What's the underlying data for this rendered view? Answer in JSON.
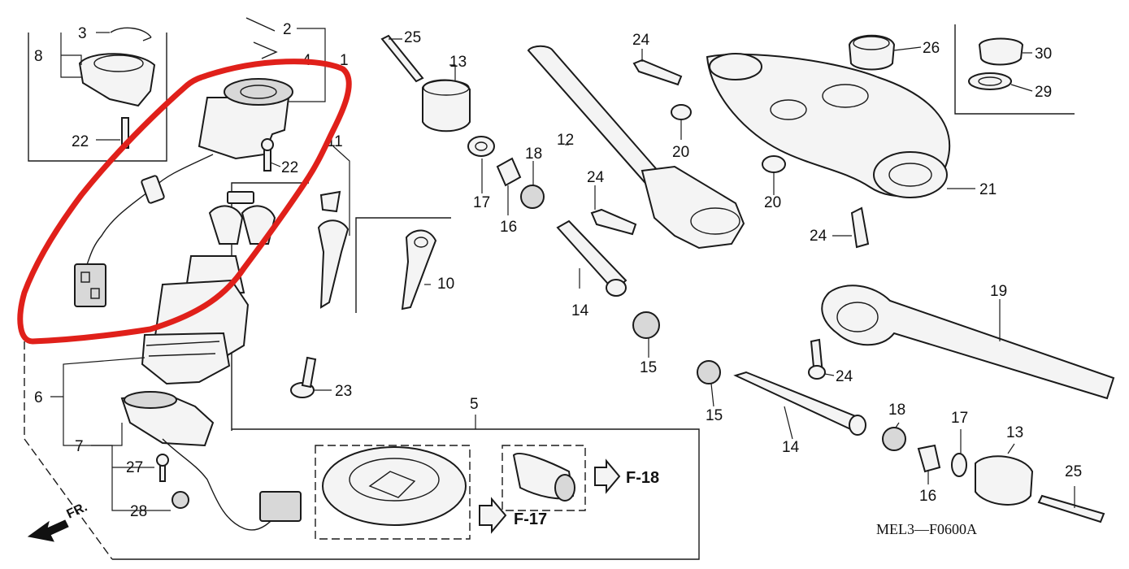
{
  "diagram": {
    "drawing_code": "MEL3—F0600A",
    "direction_label": "FR.",
    "callouts": {
      "c1": "1",
      "c2": "2",
      "c3": "3",
      "c4": "4",
      "c5": "5",
      "c6": "6",
      "c7": "7",
      "c8": "8",
      "c10": "10",
      "c11": "11",
      "c12": "12",
      "c13a": "13",
      "c13b": "13",
      "c14a": "14",
      "c14b": "14",
      "c15a": "15",
      "c15b": "15",
      "c16a": "16",
      "c16b": "16",
      "c17a": "17",
      "c17b": "17",
      "c18a": "18",
      "c18b": "18",
      "c19": "19",
      "c20a": "20",
      "c20b": "20",
      "c21": "21",
      "c22a": "22",
      "c22b": "22",
      "c23": "23",
      "c24a": "24",
      "c24b": "24",
      "c24c": "24",
      "c24d": "24",
      "c25a": "25",
      "c25b": "25",
      "c26": "26",
      "c27": "27",
      "c28": "28",
      "c29": "29",
      "c30": "30"
    },
    "refs": {
      "f17": "F-17",
      "f18": "F-18"
    },
    "highlight_color": "#e0201a"
  }
}
